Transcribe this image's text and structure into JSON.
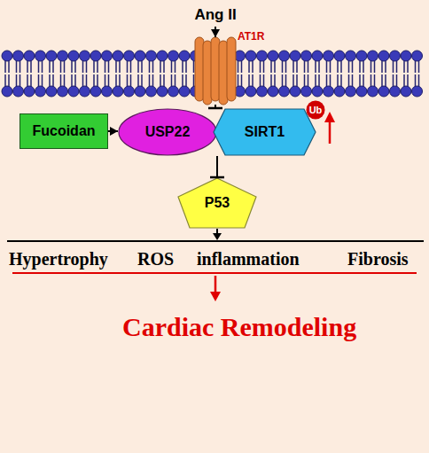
{
  "diagram": {
    "nodes": [
      {
        "text": [
          "Ang II"
        ]
      },
      {
        "text": [
          "AT1R"
        ]
      },
      {
        "text": [
          "Fucoidan"
        ]
      },
      {
        "text": [
          "USP22"
        ]
      },
      {
        "text": [
          "SIRT1"
        ]
      },
      {
        "text": [
          "Ub"
        ],
        "in": 4
      },
      {
        "text": [
          "P53"
        ]
      }
    ],
    "edges": [
      {
        "from": 0,
        "to": 1,
        "arrow": "to"
      },
      {
        "from": 1,
        "to": 3,
        "arrow": "to"
      },
      {
        "from": 2,
        "to": 3,
        "arrow": "to"
      },
      {
        "from": 3,
        "to": 6,
        "arrow": "to"
      }
    ],
    "labels": [
      "Hypertrophy",
      "ROS",
      "inflammation",
      "Fibrosis",
      "Cardiac Remodeling"
    ]
  }
}
